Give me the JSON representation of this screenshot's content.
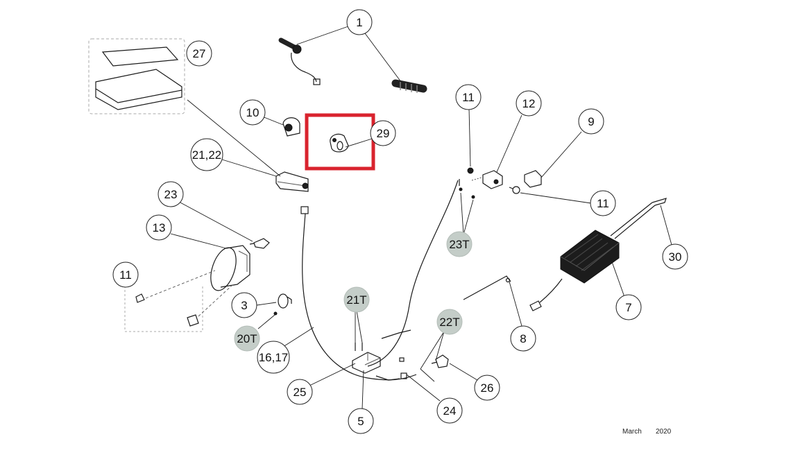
{
  "callouts": [
    {
      "label": "1"
    },
    {
      "label": "27"
    },
    {
      "label": "10"
    },
    {
      "label": "29"
    },
    {
      "label": "11"
    },
    {
      "label": "12"
    },
    {
      "label": "9"
    },
    {
      "label": "21,22"
    },
    {
      "label": "23"
    },
    {
      "label": "11"
    },
    {
      "label": "23T"
    },
    {
      "label": "13"
    },
    {
      "label": "30"
    },
    {
      "label": "11"
    },
    {
      "label": "7"
    },
    {
      "label": "3"
    },
    {
      "label": "21T"
    },
    {
      "label": "22T"
    },
    {
      "label": "20T"
    },
    {
      "label": "16,17"
    },
    {
      "label": "8"
    },
    {
      "label": "26"
    },
    {
      "label": "25"
    },
    {
      "label": "24"
    },
    {
      "label": "5"
    }
  ],
  "shaded_callout_fill": "#c4cdc8",
  "highlight_color": "#d9232e",
  "footer": {
    "month": "March",
    "year": "2020"
  }
}
